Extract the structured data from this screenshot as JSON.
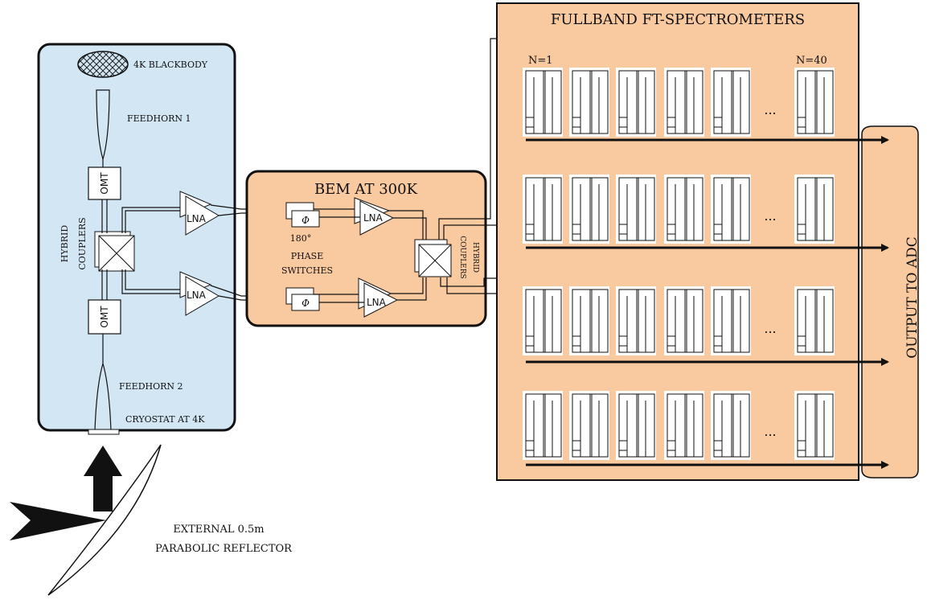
{
  "cryostat": {
    "blackbody": "4K BLACKBODY",
    "feedhorn1": "FEEDHORN 1",
    "feedhorn2": "FEEDHORN 2",
    "omt": "OMT",
    "hybrid_line1": "HYBRID",
    "hybrid_line2": "COUPLERS",
    "lna": "LNA",
    "title": "CRYOSTAT AT 4K"
  },
  "bem": {
    "title": "BEM AT 300K",
    "phase_symbol": "Φ",
    "phase_deg": "180°",
    "phase_line1": "PHASE",
    "phase_line2": "SWITCHES",
    "lna": "LNA",
    "hybrid_line1": "HYBRID",
    "hybrid_line2": "COUPLERS"
  },
  "spectrometers": {
    "title": "FULLBAND FT-SPECTROMETERS",
    "first_label": "N=1",
    "last_label": "N=40",
    "ellipsis": "..."
  },
  "output": {
    "label": "OUTPUT TO ADC"
  },
  "reflector": {
    "line1": "EXTERNAL 0.5m",
    "line2": "PARABOLIC REFLECTOR"
  }
}
